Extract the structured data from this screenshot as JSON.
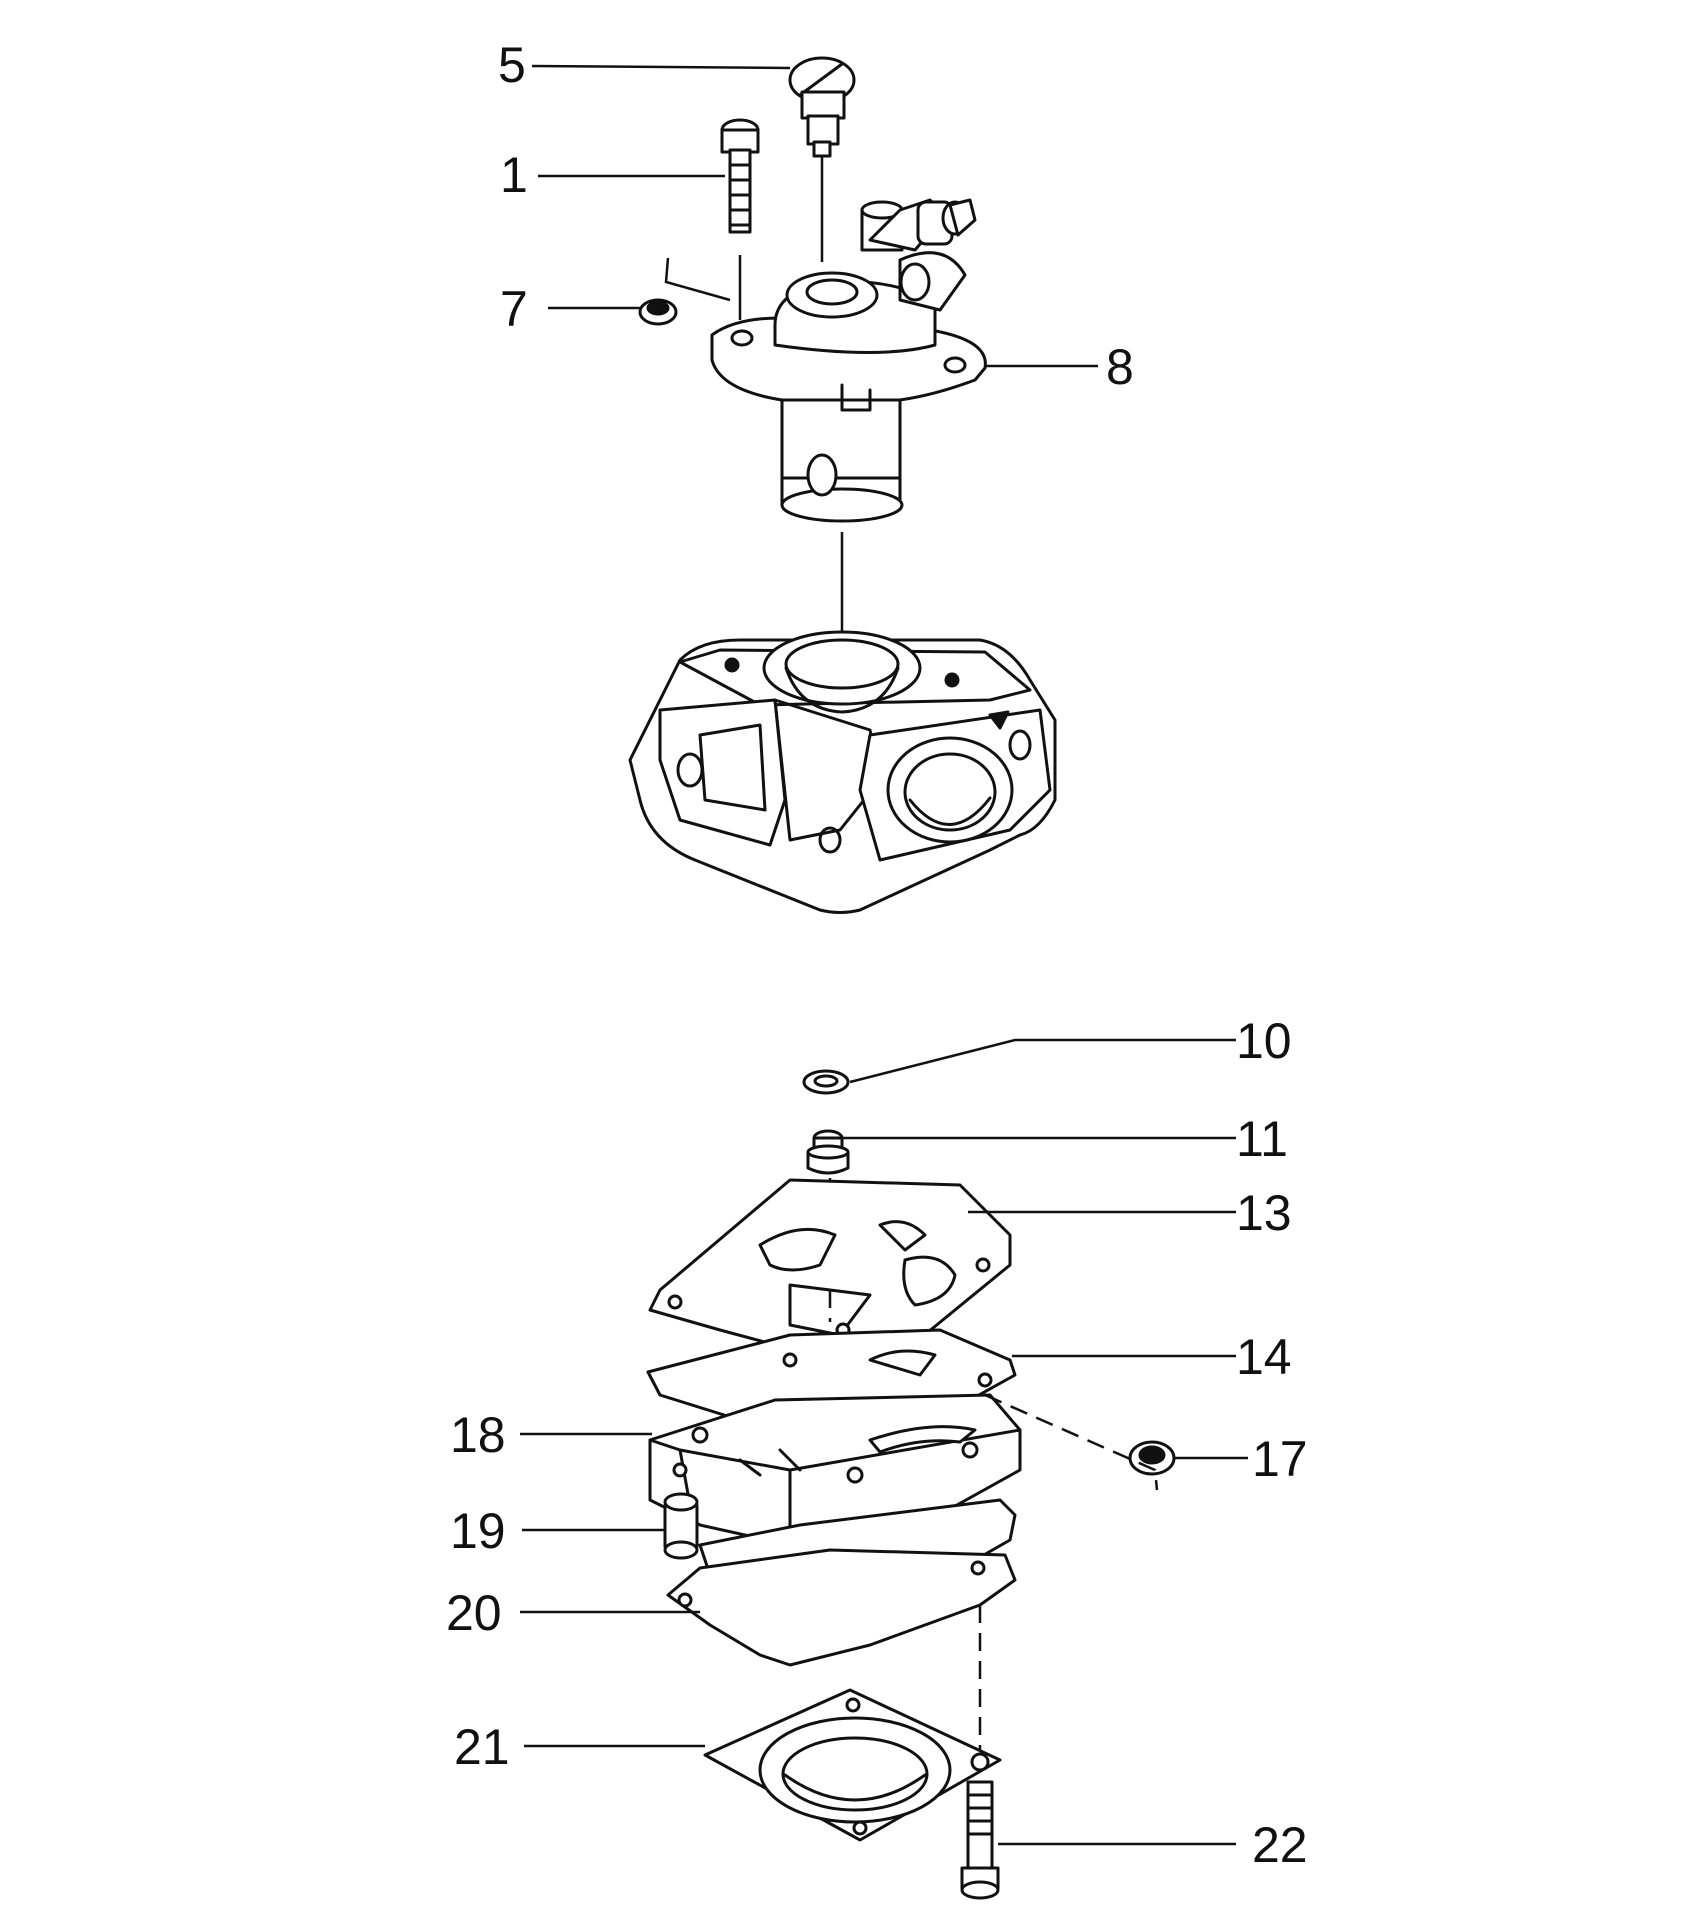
{
  "callouts": {
    "c5": "5",
    "c1": "1",
    "c7": "7",
    "c8": "8",
    "c10": "10",
    "c11": "11",
    "c13": "13",
    "c14": "14",
    "c17": "17",
    "c18": "18",
    "c19": "19",
    "c20": "20",
    "c21": "21",
    "c22": "22"
  }
}
